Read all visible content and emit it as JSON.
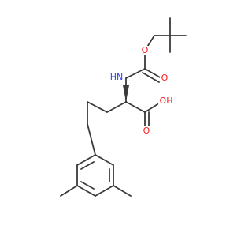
{
  "diagram": {
    "type": "chemical-structure",
    "colors": {
      "bond": "#3a3a3a",
      "oxygen": "#ff1a1a",
      "nitrogen": "#2f40ff",
      "background": "#ffffff"
    },
    "labels": {
      "ester_oxygen": "O",
      "carbonyl_oxygen_boc": "O",
      "amide_nh": "HN",
      "acid_oh": "OH",
      "acid_carbonyl_oxygen": "O"
    }
  }
}
